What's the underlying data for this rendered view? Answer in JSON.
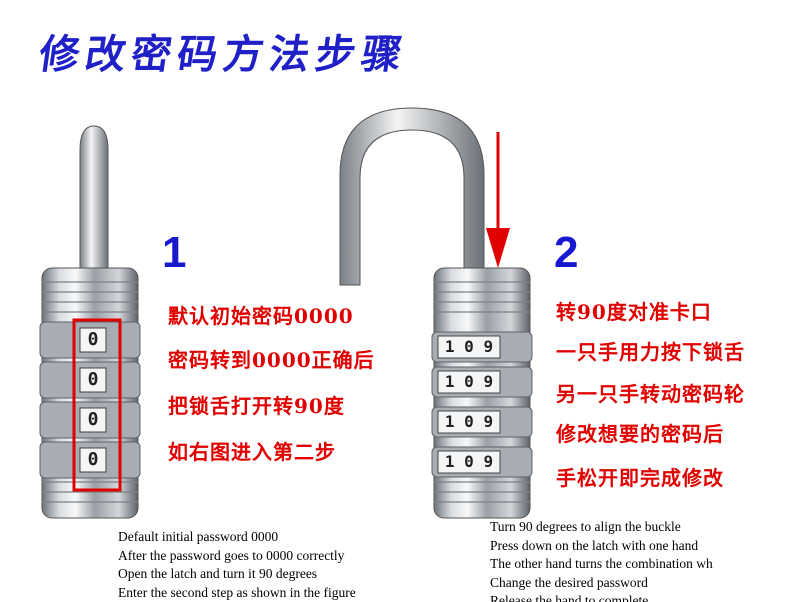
{
  "title": "修改密码方法步骤",
  "step1": {
    "number": "1",
    "cn_lines": [
      "默认初始密码0000",
      "密码转到0000正确后",
      "把锁舌打开转90度",
      "如右图进入第二步"
    ],
    "en_lines": [
      "Default initial password 0000",
      "After the password goes to 0000 correctly",
      "Open the latch and turn it 90 degrees",
      "Enter the second step as shown in the figure"
    ]
  },
  "step2": {
    "number": "2",
    "cn_lines": [
      "转90度对准卡口",
      "一只手用力按下锁舌",
      "另一只手转动密码轮",
      "修改想要的密码后",
      "手松开即完成修改"
    ],
    "en_lines": [
      "Turn 90 degrees to align the buckle",
      "Press down on the latch with one hand",
      "The other hand turns the combination wh",
      "Change the desired password",
      "Release the hand to complete"
    ]
  },
  "lock1_digits": [
    "0",
    "0",
    "0",
    "0"
  ],
  "lock2_digits": [
    "1 0 9",
    "1 0 9",
    "1 0 9",
    "1 0 9"
  ],
  "colors": {
    "title": "#2020c8",
    "number": "#1818d0",
    "cn_text": "#e00000",
    "arrow": "#e00000",
    "box": "#e00000"
  }
}
